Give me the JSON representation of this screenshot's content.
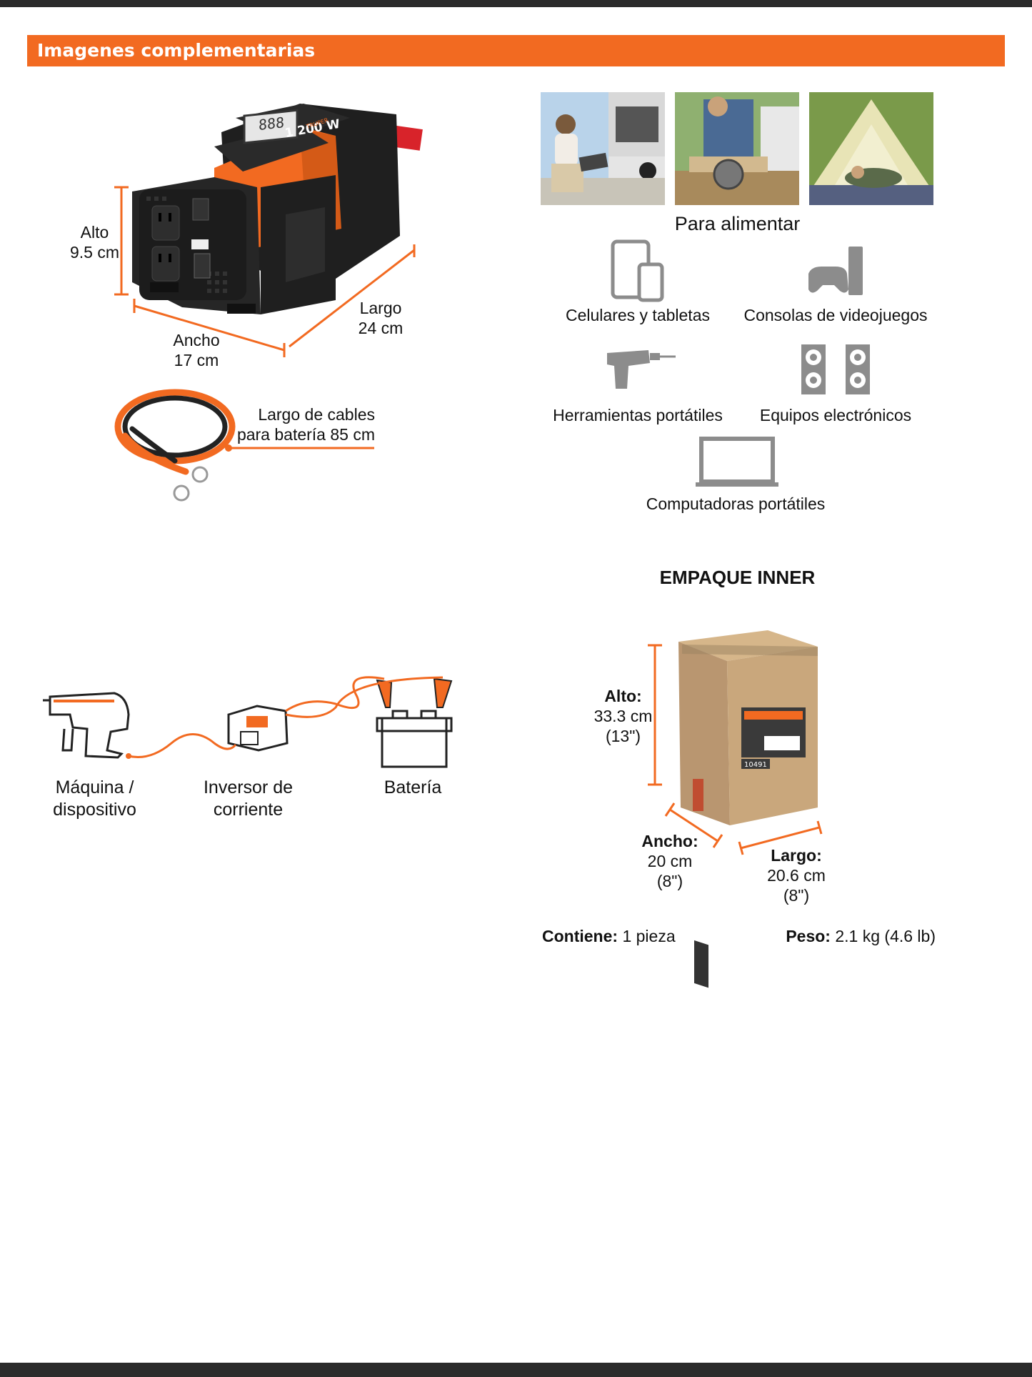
{
  "header": {
    "title": "Imagenes complementarias"
  },
  "product": {
    "display_label": "1 200 W",
    "brand": "TRUPER",
    "alto_label": "Alto",
    "alto_value": "9.5 cm",
    "ancho_label": "Ancho",
    "ancho_value": "17 cm",
    "largo_label": "Largo",
    "largo_value": "24 cm",
    "cable_line1": "Largo de cables",
    "cable_line2": "para batería 85 cm"
  },
  "uses": {
    "title": "Para alimentar",
    "items": [
      {
        "label": "Celulares y tabletas",
        "icon": "phone-tablet-icon"
      },
      {
        "label": "Consolas de videojuegos",
        "icon": "game-console-icon"
      },
      {
        "label": "Herramientas portátiles",
        "icon": "drill-icon"
      },
      {
        "label": "Equipos electrónicos",
        "icon": "speakers-icon"
      },
      {
        "label": "Computadoras portátiles",
        "icon": "laptop-icon"
      }
    ]
  },
  "diagram": {
    "device_line1": "Máquina /",
    "device_line2": "dispositivo",
    "inverter_line1": "Inversor de",
    "inverter_line2": "corriente",
    "battery": "Batería"
  },
  "package": {
    "title": "EMPAQUE INNER",
    "alto_label": "Alto:",
    "alto_cm": "33.3 cm",
    "alto_in": "(13\")",
    "ancho_label": "Ancho:",
    "ancho_cm": "20 cm",
    "ancho_in": "(8\")",
    "largo_label": "Largo:",
    "largo_cm": "20.6 cm",
    "largo_in": "(8\")",
    "contiene_label": "Contiene:",
    "contiene_value": "1 pieza",
    "peso_label": "Peso:",
    "peso_value": "2.1 kg (4.6 lb)",
    "box_code": "10491"
  },
  "colors": {
    "accent": "#f26a21",
    "dark": "#2b2b2b",
    "icon_gray": "#8c8c8c"
  }
}
